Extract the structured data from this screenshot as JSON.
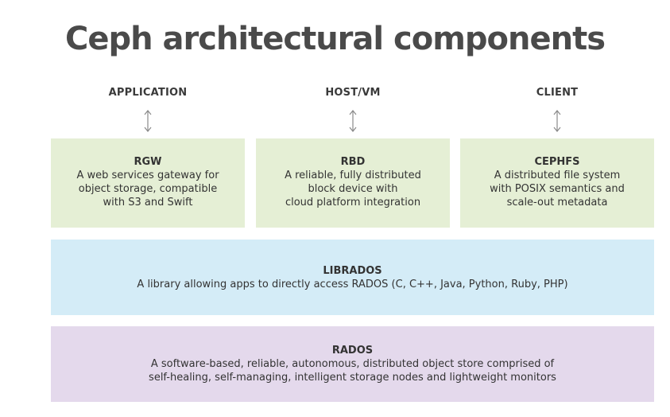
{
  "title": "Ceph architectural components",
  "columns": [
    {
      "label": "APPLICATION",
      "box": {
        "name": "RGW",
        "lines": [
          "A web services gateway for",
          "object storage, compatible",
          "with S3 and Swift"
        ]
      }
    },
    {
      "label": "HOST/VM",
      "box": {
        "name": "RBD",
        "lines": [
          "A reliable, fully distributed",
          "block device with",
          "cloud platform integration"
        ]
      }
    },
    {
      "label": "CLIENT",
      "box": {
        "name": "CEPHFS",
        "lines": [
          "A distributed file system",
          "with POSIX semantics and",
          "scale-out metadata"
        ]
      }
    }
  ],
  "librados": {
    "name": "LIBRADOS",
    "lines": [
      "A library allowing apps to directly access RADOS (C, C++, Java, Python, Ruby, PHP)"
    ]
  },
  "rados": {
    "name": "RADOS",
    "lines": [
      "A software-based, reliable, autonomous, distributed object store comprised of",
      "self-healing, self-managing, intelligent storage nodes and lightweight monitors"
    ]
  },
  "colors": {
    "api_box": "#e5efd5",
    "librados_box": "#d4ecf7",
    "rados_box": "#e4d9ec",
    "arrow": "#8a8a8a"
  }
}
